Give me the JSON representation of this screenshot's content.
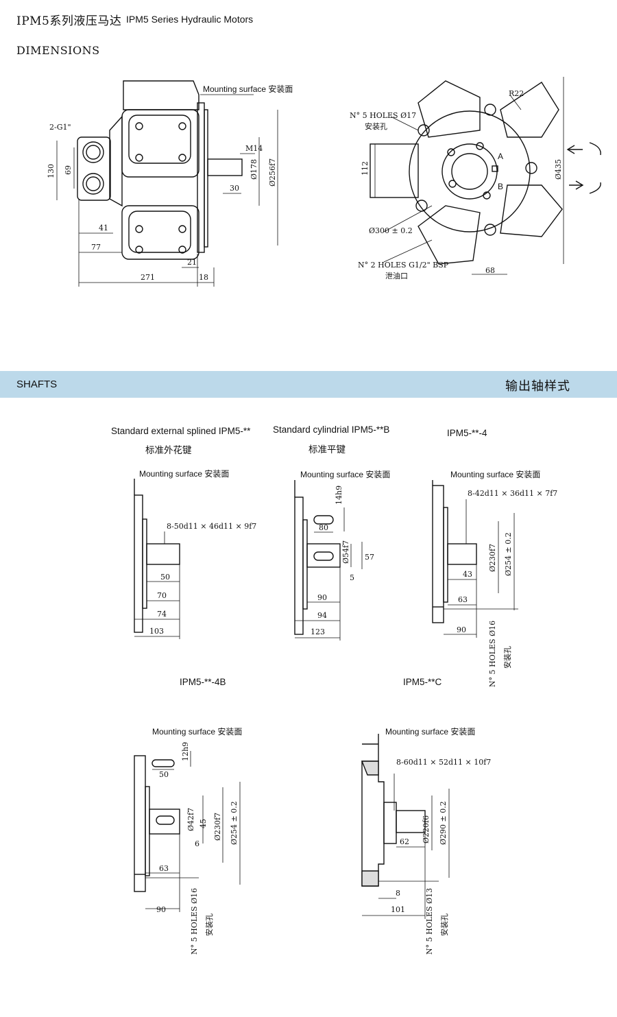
{
  "header": {
    "title_cn": "IPM5系列液压马达",
    "title_en": "IPM5 Series Hydraulic Motors",
    "dimensions": "DIMENSIONS"
  },
  "front": {
    "mounting": "Mounting surface 安装面",
    "port": "2-G1\"",
    "thread": "M14",
    "dims": [
      "130",
      "69",
      "41",
      "77",
      "271",
      "18",
      "21",
      "30",
      "Ø178",
      "Ø256f7"
    ]
  },
  "side": {
    "holes_l1": "N° 5 HOLES Ø17",
    "holes_l2": "安装孔",
    "r": "R22",
    "dim112": "112",
    "dia300": "Ø300 ± 0.2",
    "drain_l1": "N° 2 HOLES G1/2\" BSP",
    "drain_l2": "泄油口",
    "dim68": "68",
    "dim435": "Ø435",
    "port_a": "A",
    "port_b": "B"
  },
  "section": {
    "left": "SHAFTS",
    "right": "输出轴样式"
  },
  "shafts": {
    "s1": {
      "t1": "Standard external splined IPM5-**",
      "t2": "标准外花键",
      "mount": "Mounting surface 安装面",
      "spec": "8-50d11 × 46d11 × 9f7",
      "d": [
        "50",
        "70",
        "74",
        "103"
      ]
    },
    "s2": {
      "t1": "Standard cylindrial IPM5-**B",
      "t2": "标准平键",
      "mount": "Mounting surface 安装面",
      "d": [
        "14h9",
        "80",
        "Ø54f7",
        "57",
        "5",
        "90",
        "94",
        "123"
      ]
    },
    "s3": {
      "t1": "IPM5-**-4",
      "mount": "Mounting surface 安装面",
      "spec": "8-42d11 × 36d11 × 7f7",
      "d": [
        "Ø230f7",
        "Ø254 ± 0.2",
        "43",
        "63",
        "90"
      ],
      "holes1": "N° 5 HOLES Ø16",
      "holes2": "安装孔"
    },
    "s4": {
      "t1": "IPM5-**-4B",
      "mount": "Mounting surface 安装面",
      "d": [
        "12h9",
        "50",
        "Ø42f7",
        "45",
        "Ø230f7",
        "Ø254 ± 0.2",
        "6",
        "63",
        "90"
      ],
      "holes1": "N° 5 HOLES Ø16",
      "holes2": "安装孔"
    },
    "s5": {
      "t1": "IPM5-**C",
      "mount": "Mounting surface 安装面",
      "spec": "8-60d11 × 52d11 × 10f7",
      "d": [
        "Ø220f6",
        "Ø290 ± 0.2",
        "62",
        "8",
        "101"
      ],
      "holes1": "N° 5 HOLES Ø13",
      "holes2": "安装孔"
    }
  }
}
